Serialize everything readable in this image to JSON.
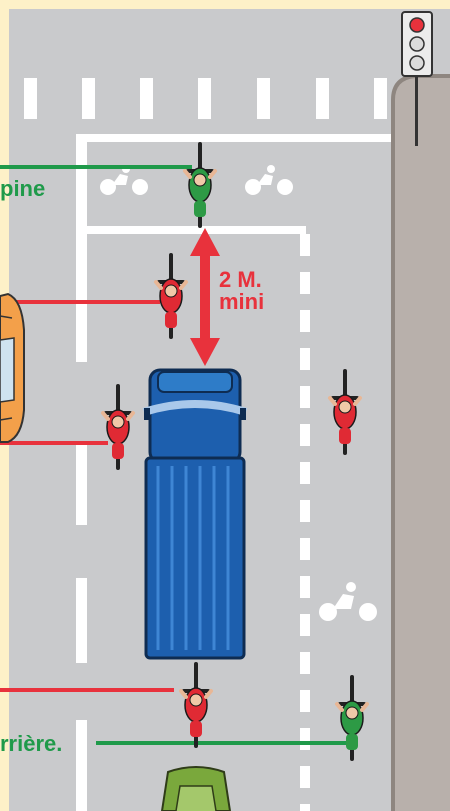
{
  "labels": {
    "top_left_fragment": "pine",
    "distance_line1": "2 M.",
    "distance_line2": "mini",
    "bottom_left_fragment": "rrière."
  },
  "traffic_light": {
    "lit": "red"
  },
  "colors": {
    "road": "#c9cacc",
    "sidewalk": "#b8b0ab",
    "background": "#fdf1c8",
    "marking": "#ffffff",
    "guide_green": "#1f9a4a",
    "guide_red": "#e8323c",
    "truck": "#1d5fae",
    "cyclist_green": "#2d9a45",
    "cyclist_red": "#e02a34",
    "car_bottom": "#7aa83c"
  },
  "icons": [
    "bicycle-lane-icon",
    "bicycle-lane-icon",
    "bicycle-lane-icon",
    "traffic-light-icon"
  ]
}
